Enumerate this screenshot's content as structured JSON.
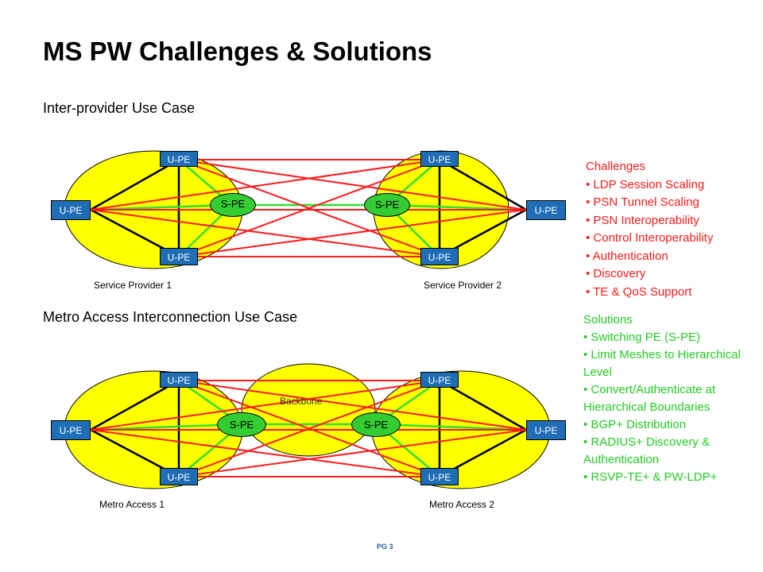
{
  "title": "MS PW Challenges & Solutions",
  "sections": {
    "inter_provider": "Inter-provider Use Case",
    "metro": "Metro Access Interconnection Use Case"
  },
  "labels": {
    "u_pe": "U-PE",
    "s_pe": "S-PE",
    "backbone": "Backbone",
    "sp1": "Service Provider 1",
    "sp2": "Service Provider 2",
    "ma1": "Metro Access 1",
    "ma2": "Metro Access 2"
  },
  "challenges": {
    "heading": "Challenges",
    "items": [
      "• LDP Session Scaling",
      "• PSN Tunnel Scaling",
      "• PSN Interoperability",
      "• Control Interoperability",
      "• Authentication",
      "• Discovery",
      "• TE & QoS Support"
    ]
  },
  "solutions": {
    "heading": "Solutions",
    "items": [
      "• Switching PE (S-PE)",
      "• Limit Meshes to Hierarchical Level",
      "• Convert/Authenticate at Hierarchical Boundaries",
      "• BGP+ Distribution",
      "• RADIUS+ Discovery & Authentication",
      "• RSVP-TE+ & PW-LDP+"
    ]
  },
  "colors": {
    "ellipse_fill": "#ffff00",
    "u_pe_fill": "#1f6db4",
    "s_pe_fill": "#33cc33",
    "mesh_red": "#ff1a1a",
    "link_green": "#33dd33",
    "challenges_text": "#ff1a1a",
    "solutions_text": "#22cc22"
  },
  "page_number": "PG 3"
}
